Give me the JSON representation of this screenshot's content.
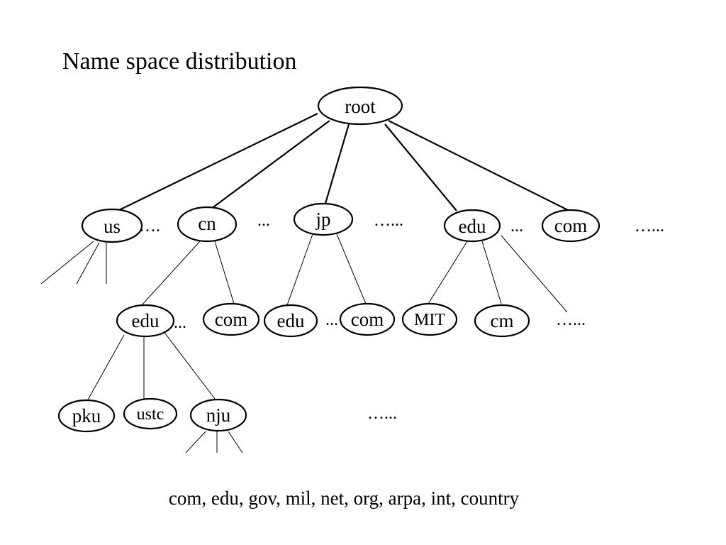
{
  "title": "Name space distribution",
  "nodes": {
    "root": "root",
    "us": "us",
    "cn": "cn",
    "jp": "jp",
    "edu_top": "edu",
    "com_top": "com",
    "cn_edu": "edu",
    "cn_com": "com",
    "jp_edu": "edu",
    "jp_com": "com",
    "mit": "MIT",
    "cm": "cm",
    "pku": "pku",
    "ustc": "ustc",
    "nju": "nju"
  },
  "ellipses": {
    "after_us": "….",
    "after_cn": "...",
    "after_jp": "…...",
    "after_edu": "...",
    "after_com": "…...",
    "after_cn_edu": "...",
    "between_jp_children": "...",
    "after_edu_children": "…...",
    "after_nju_row": "…..."
  },
  "caption": "com, edu, gov, mil, net, org, arpa, int, country"
}
